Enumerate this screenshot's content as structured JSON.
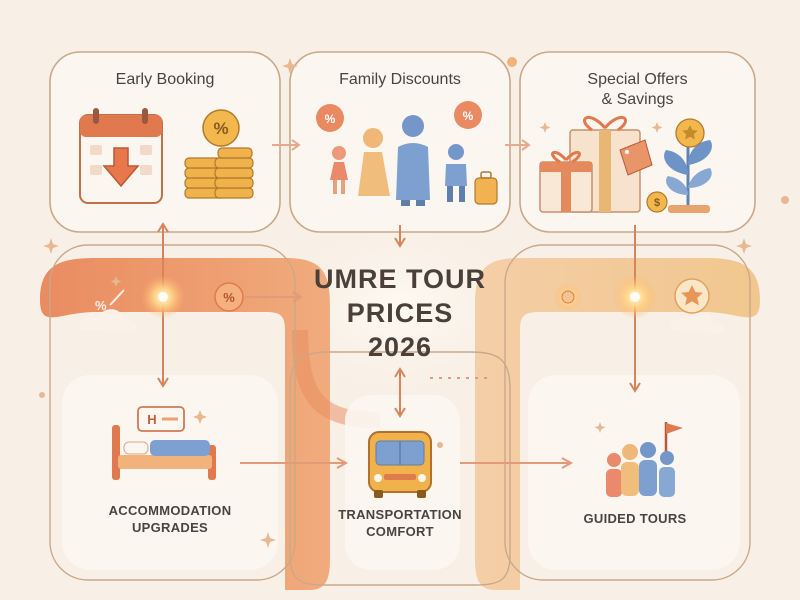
{
  "title": {
    "line1": "UMRE TOUR",
    "line2": "PRICES",
    "line3": "2026"
  },
  "cards": {
    "early_booking": "Early Booking",
    "family_discounts": "Family Discounts",
    "special_offers_line1": "Special Offers",
    "special_offers_line2": "& Savings",
    "accommodation_line1": "ACCOMMODATION",
    "accommodation_line2": "UPGRADES",
    "transportation_line1": "TRANSPORTATION",
    "transportation_line2": "COMFORT",
    "guided_tours": "GUIDED TOURS"
  },
  "icons": {
    "calendar": "calendar-down-arrow-icon",
    "coins": "percent-coins-icon",
    "family": "family-icon",
    "gift": "gift-box-icon",
    "plant": "money-plant-icon",
    "bed": "hotel-bed-icon",
    "hotel_sign": "hotel-sign-icon",
    "bus": "bus-icon",
    "group": "tour-group-flag-icon",
    "discount": "discount-percent-icon",
    "star": "star-icon",
    "suitcase": "suitcase-icon"
  },
  "colors": {
    "background": "#f8efe6",
    "orange": "#e07a4e",
    "peach": "#f2b27c",
    "gold": "#f0b24a",
    "blue": "#6d93c7",
    "text": "#4a4440"
  }
}
